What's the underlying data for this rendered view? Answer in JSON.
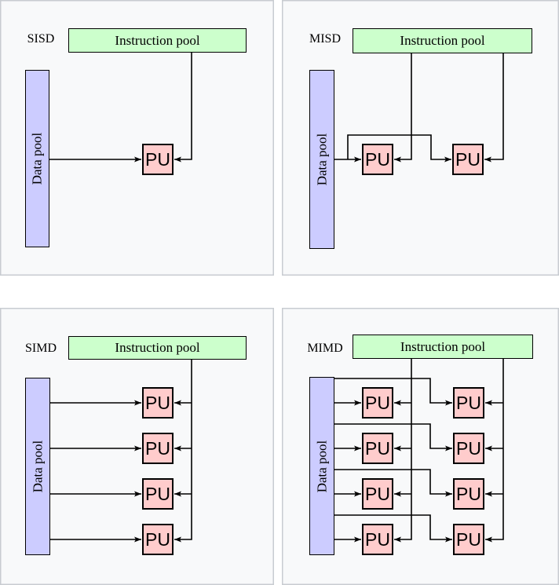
{
  "labels": {
    "instruction_pool": "Instruction pool",
    "data_pool": "Data pool",
    "pu": "PU"
  },
  "panels": [
    {
      "title": "SISD",
      "pu_count": 1,
      "pu_layout": "1 row x 1 col"
    },
    {
      "title": "MISD",
      "pu_count": 2,
      "pu_layout": "1 row x 2 cols"
    },
    {
      "title": "SIMD",
      "pu_count": 4,
      "pu_layout": "4 rows x 1 col"
    },
    {
      "title": "MIMD",
      "pu_count": 8,
      "pu_layout": "4 rows x 2 cols"
    }
  ],
  "colors": {
    "canvas_bg": "#ffffff",
    "panel_bg": "#f8f9fa",
    "panel_border": "#c8ccd1",
    "instruction_pool_fill": "#ccffcc",
    "data_pool_fill": "#ccccff",
    "pu_fill": "#ffcccc",
    "stroke": "#000000"
  }
}
